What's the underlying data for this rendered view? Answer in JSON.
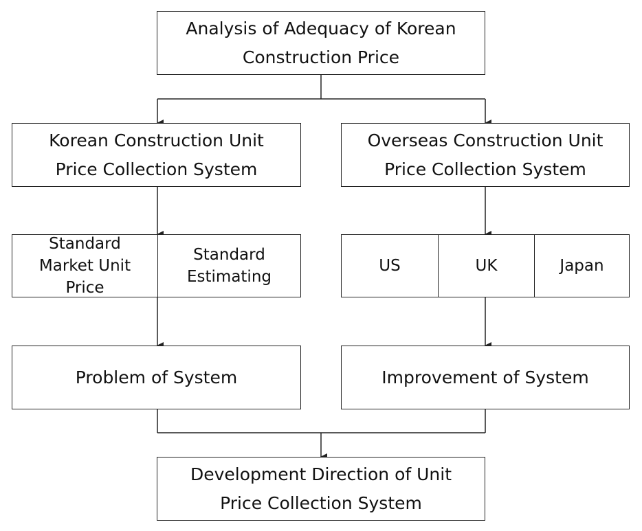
{
  "nodes": {
    "top": [
      "Analysis of Adequacy of Korean",
      "Construction Price"
    ],
    "korean": [
      "Korean Construction Unit",
      "Price Collection System"
    ],
    "overseas": [
      "Overseas Construction Unit",
      "Price Collection System"
    ],
    "korean_methods": [
      [
        "Standard",
        "Market Unit",
        "Price"
      ],
      [
        "Standard",
        "Estimating"
      ]
    ],
    "overseas_countries": [
      "US",
      "UK",
      "Japan"
    ],
    "problem": "Problem of System",
    "improvement": "Improvement of System",
    "bottom": [
      "Development Direction of Unit",
      "Price Collection System"
    ]
  },
  "colors": {
    "line": "#222222",
    "fill": "#ffffff",
    "text": "#111111"
  }
}
